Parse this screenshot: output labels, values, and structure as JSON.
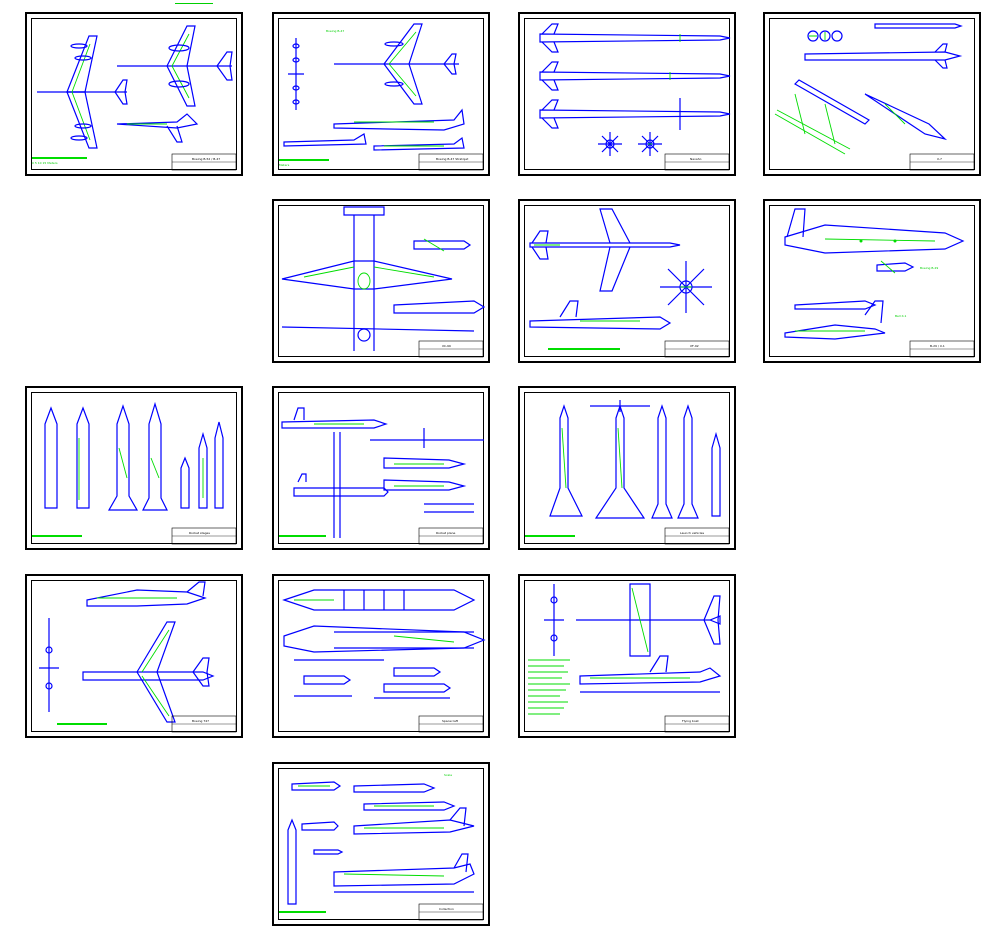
{
  "page": {
    "title": ""
  },
  "colors": {
    "outline": "#0000ff",
    "detail": "#00dd00",
    "frame": "#000000"
  },
  "sheets": [
    {
      "id": "s1",
      "subject": "jet-bombers",
      "title": "Boeing B-52 / B-47"
    },
    {
      "id": "s2",
      "subject": "jet-bombers-2",
      "title": "Boeing B-47 Stratojet"
    },
    {
      "id": "s3",
      "subject": "rockets",
      "title": "Navaho"
    },
    {
      "id": "s4",
      "subject": "missiles",
      "title": "X-7"
    },
    {
      "id": "s5",
      "subject": "transport",
      "title": "XC-99"
    },
    {
      "id": "s6",
      "subject": "fighter",
      "title": "XF-92"
    },
    {
      "id": "s7",
      "subject": "bomber",
      "title": "B-29 / X-1"
    },
    {
      "id": "s8",
      "subject": "missile-family",
      "title": "Rocket stages"
    },
    {
      "id": "s9",
      "subject": "rocket-plane",
      "title": "Rocket plane"
    },
    {
      "id": "s10",
      "subject": "rocket-launch",
      "title": "Launch vehicles"
    },
    {
      "id": "s11",
      "subject": "airliner",
      "title": "Boeing 747"
    },
    {
      "id": "s12",
      "subject": "spacecraft",
      "title": "Spacecraft"
    },
    {
      "id": "s13",
      "subject": "flying-boat",
      "title": "Flying boat"
    },
    {
      "id": "s14",
      "subject": "collection",
      "title": "Collection"
    }
  ]
}
